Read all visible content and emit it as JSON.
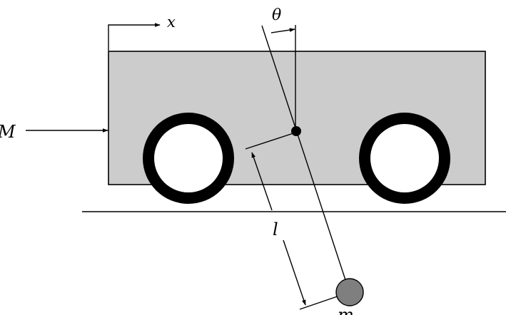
{
  "labels": {
    "x": "x",
    "theta": "θ",
    "force": "M",
    "length": "l",
    "mass": "m"
  },
  "colors": {
    "cart_fill": "#cccccc",
    "stroke": "#000000",
    "wheel": "#000000",
    "wheel_hub": "#ffffff",
    "bob": "#7f7f7f",
    "pivot": "#000000",
    "background": "#ffffff"
  }
}
